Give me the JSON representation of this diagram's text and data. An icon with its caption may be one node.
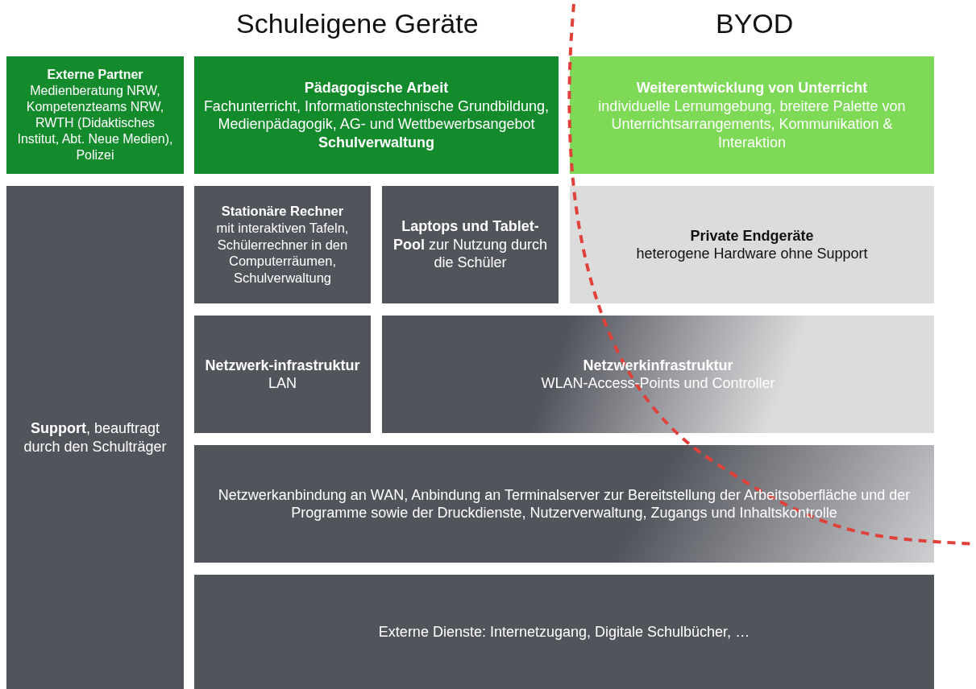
{
  "diagram": {
    "nodes": [
      {
        "text": [
          "Externe Partner",
          "Medienberatung NRW, Kompetenzteams NRW, RWTH (Didaktisches Institut, Abt. Neue Medien), Polizei"
        ]
      },
      {
        "text": [
          "Pädagogische Arbeit",
          "Fachunterricht, Informationstechnische Grundbildung, Medienpädagogik, AG- und Wettbewerbsangebot",
          "Schulverwaltung"
        ]
      },
      {
        "text": [
          "Weiterentwicklung von Unterricht",
          "individuelle Lernumgebung, breitere Palette von Unterrichtsarrangements, Kommunikation & Interaktion"
        ]
      },
      {
        "text": [
          "**Support**, beauftragt durch den Schulträger"
        ]
      },
      {
        "text": [
          "Stationäre Rechner",
          "mit interaktiven Tafeln, Schülerrechner in den Computerräumen, Schulverwaltung"
        ]
      },
      {
        "text": [
          "**Laptops und Tablet-Pool** zur Nutzung durch die Schüler"
        ]
      },
      {
        "text": [
          "Private Endgeräte",
          "heterogene Hardware ohne Support"
        ]
      },
      {
        "text": [
          "**Netzwerk-infrastruktur** LAN"
        ]
      },
      {
        "text": [
          "Netzwerkinfrastruktur",
          "WLAN-Access-Points und Controller"
        ]
      },
      {
        "text": [
          "Netzwerkanbindung an WAN, Anbindung an Terminalserver zur Bereitstellung der Arbeitsoberfläche und der Programme sowie der Druckdienste, Nutzerverwaltung, Zugangs und Inhaltskontrolle"
        ]
      },
      {
        "text": [
          "Externe Dienste: Internetzugang, Digitale Schulbücher, …"
        ]
      }
    ],
    "labels": [
      "Schuleigene Geräte",
      "BYOD"
    ]
  }
}
